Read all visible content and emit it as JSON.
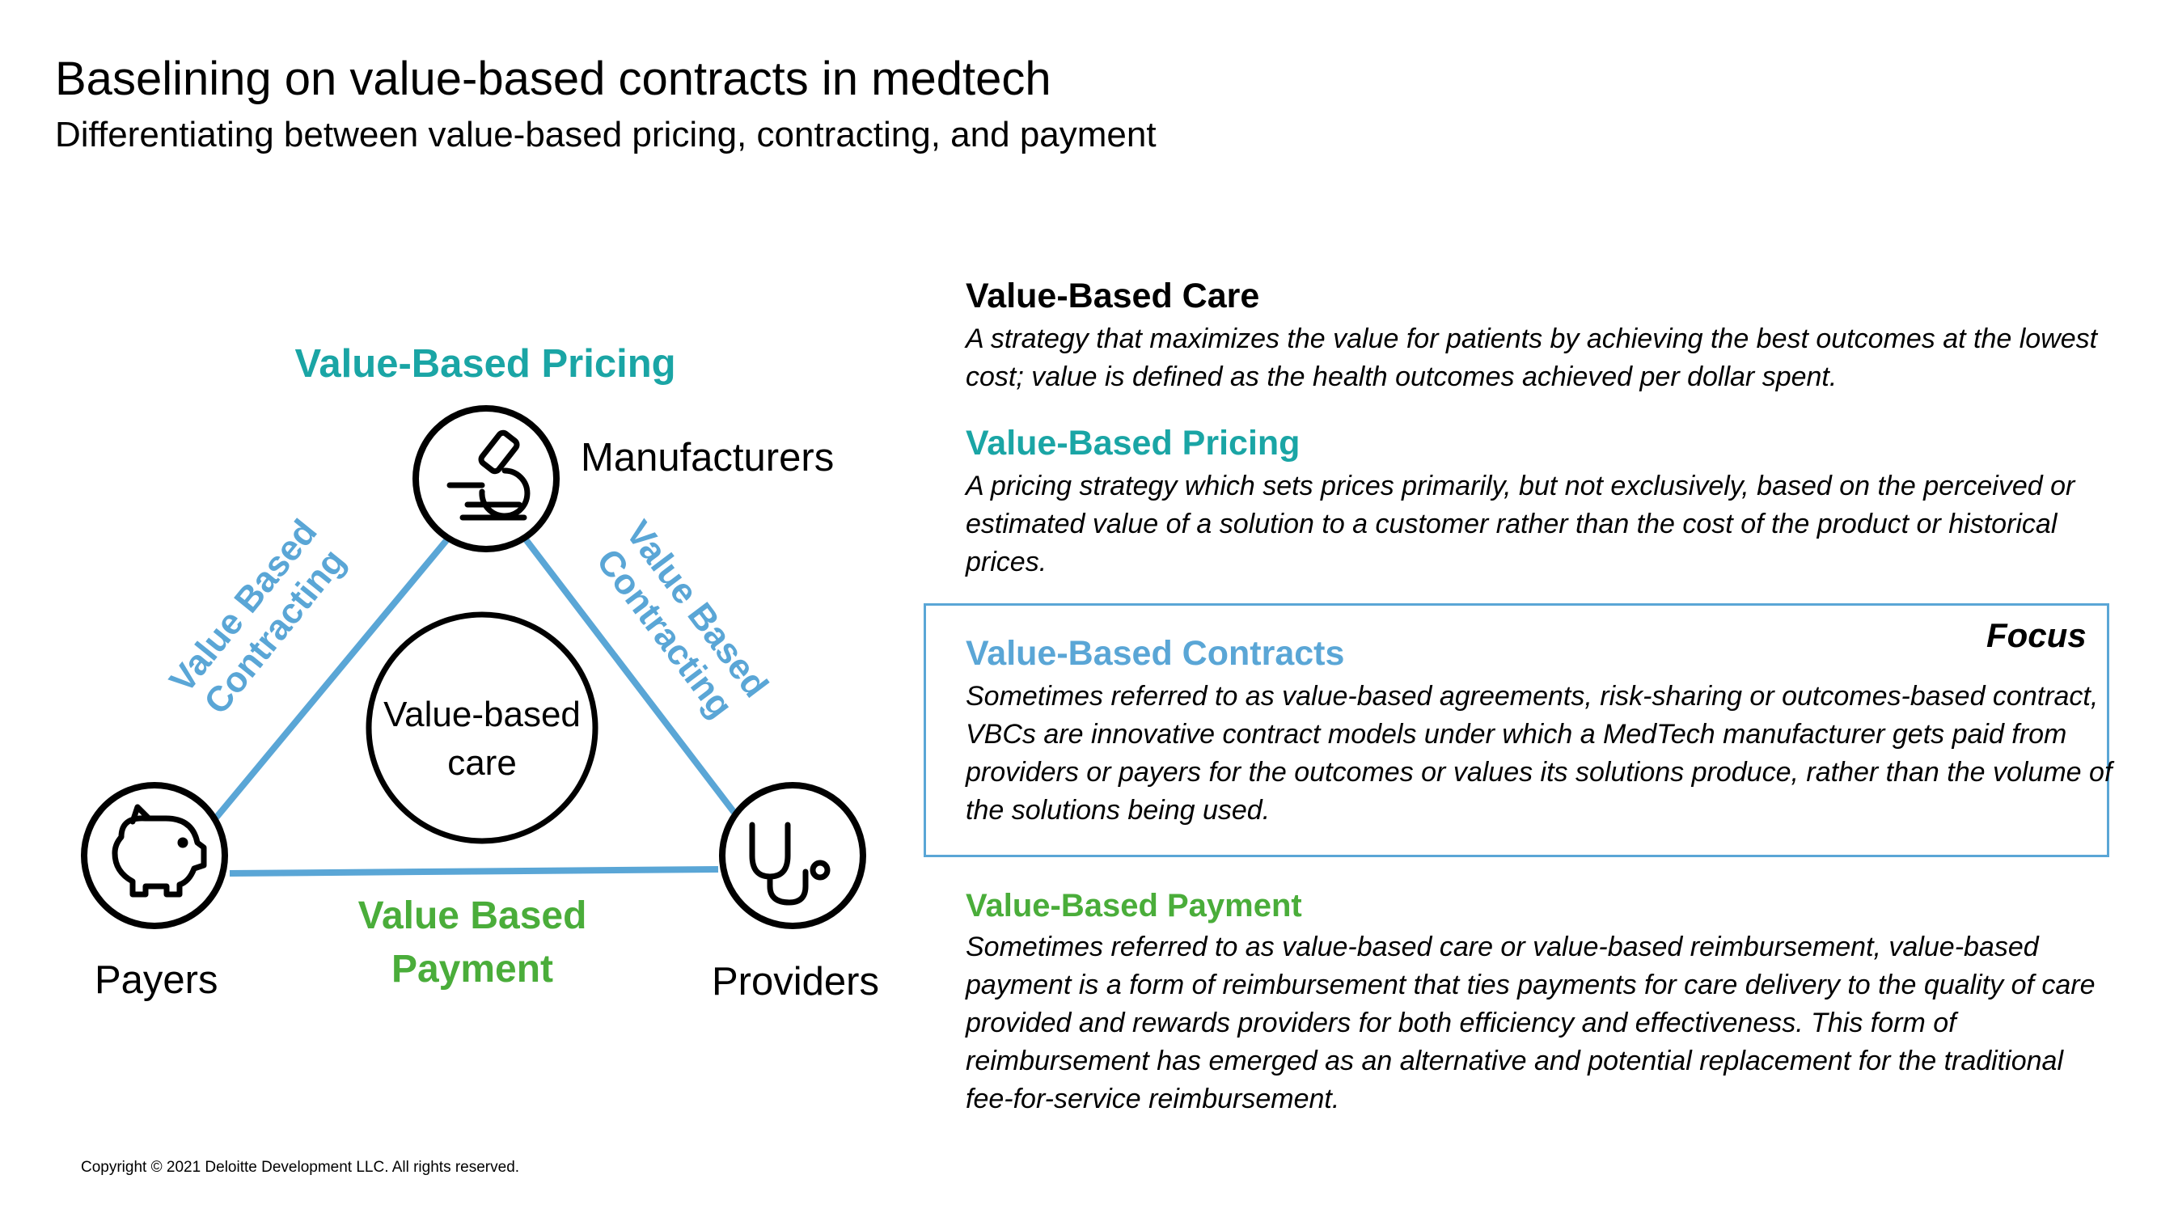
{
  "header": {
    "title": "Baselining on value-based contracts in medtech",
    "subtitle": "Differentiating between value-based pricing, contracting, and payment"
  },
  "diagram": {
    "top_label": "Value-Based Pricing",
    "center_label_line1": "Value-based",
    "center_label_line2": "care",
    "nodes": {
      "manufacturers": {
        "label": "Manufacturers",
        "icon": "microscope-icon"
      },
      "payers": {
        "label": "Payers",
        "icon": "piggy-bank-icon"
      },
      "providers": {
        "label": "Providers",
        "icon": "stethoscope-icon"
      }
    },
    "left_edge_line1": "Value Based",
    "left_edge_line2": "Contracting",
    "right_edge_line1": "Value Based",
    "right_edge_line2": "Contracting",
    "bottom_edge_line1": "Value Based",
    "bottom_edge_line2": "Payment"
  },
  "definitions": [
    {
      "heading": "Value-Based Care",
      "text": "A strategy that maximizes the value for patients by achieving the best outcomes at the lowest cost; value is defined as the health outcomes achieved per dollar spent."
    },
    {
      "heading": "Value-Based Pricing",
      "text": "A pricing strategy which sets prices primarily, but not exclusively, based on the perceived or estimated value of a solution to a customer rather than the cost of the product or historical prices."
    },
    {
      "heading": "Value-Based Contracts",
      "text": "Sometimes referred to as value-based agreements, risk-sharing or outcomes-based contract, VBCs are innovative contract models under which a MedTech manufacturer gets paid from providers or payers for the outcomes or values its solutions produce, rather than the volume of the solutions being used."
    },
    {
      "heading": "Value-Based Payment",
      "text": "Sometimes referred to as value-based care or value-based reimbursement, value-based payment is a form of reimbursement that ties payments for care delivery to the quality of care provided and rewards providers for both efficiency and effectiveness. This form of reimbursement has emerged as an alternative and potential replacement for the traditional fee-for-service reimbursement."
    }
  ],
  "focus_label": "Focus",
  "footer": {
    "copyright": "Copyright © 2021 Deloitte Development LLC. All rights reserved."
  },
  "colors": {
    "teal": "#1aa5a5",
    "light_blue": "#5aa6d6",
    "green": "#4aad3a",
    "black": "#000000"
  }
}
